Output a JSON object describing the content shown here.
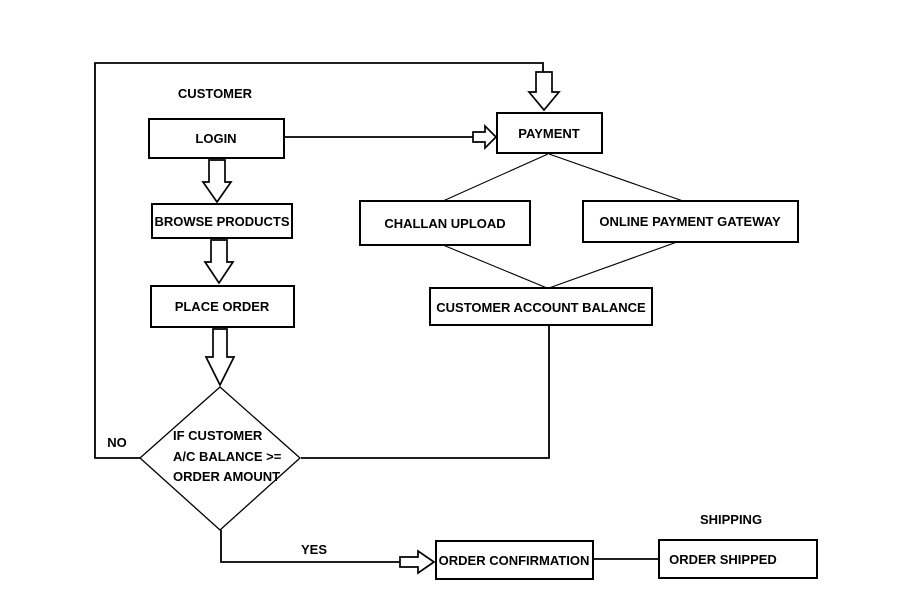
{
  "diagram": {
    "title": "Order and payment flowchart",
    "colors": {
      "line": "#000000",
      "background": "#ffffff",
      "text": "#000000"
    },
    "section_labels": {
      "customer": "CUSTOMER",
      "shipping": "SHIPPING"
    },
    "nodes": {
      "login": "LOGIN",
      "browse_products": "BROWSE PRODUCTS",
      "place_order": "PLACE ORDER",
      "payment": "PAYMENT",
      "challan_upload": "CHALLAN UPLOAD",
      "online_payment_gateway": "ONLINE PAYMENT GATEWAY",
      "customer_account_balance": "CUSTOMER ACCOUNT BALANCE",
      "order_confirmation": "ORDER CONFIRMATION",
      "order_shipped": "ORDER SHIPPED"
    },
    "decision": {
      "line1": "IF CUSTOMER",
      "line2": "A/C BALANCE >=",
      "line3": "ORDER AMOUNT"
    },
    "branch_labels": {
      "no": "NO",
      "yes": "YES"
    }
  }
}
